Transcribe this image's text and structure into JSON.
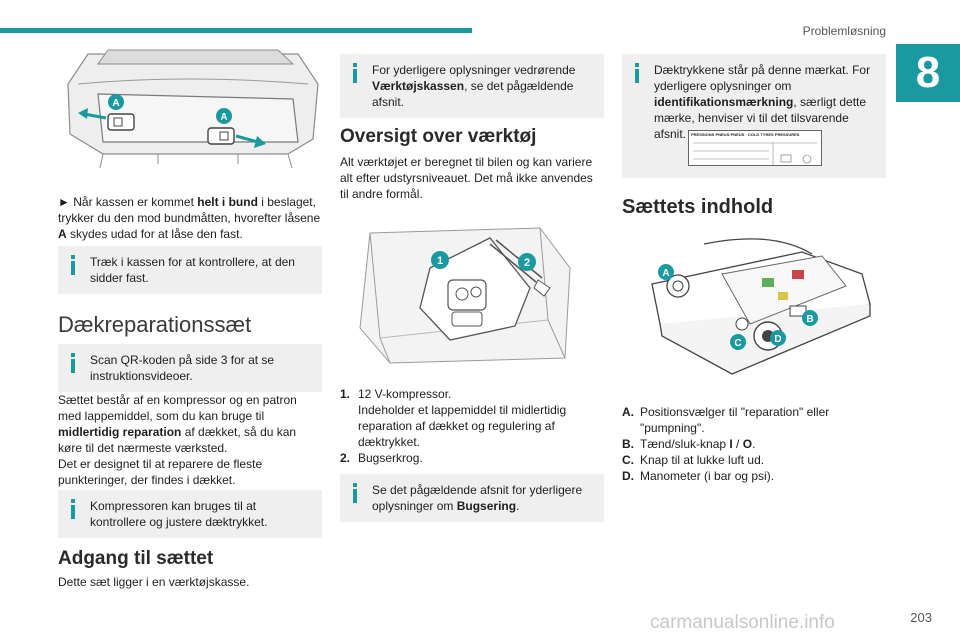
{
  "header": {
    "title": "Problemløsning",
    "chapter": "8"
  },
  "footer": {
    "page_number": "203",
    "watermark": "carmanualsonline.info"
  },
  "col1": {
    "figure_labels": [
      "A",
      "A"
    ],
    "step_arrow": "►",
    "step_pre": " Når kassen er kommet ",
    "step_b1": "helt i bund",
    "step_mid": " i beslaget, trykker du den mod bundmåtten, hvorefter låsene ",
    "step_b2": "A",
    "step_post": " skydes udad for at låse den fast.",
    "note1": "Træk i kassen for at kontrollere, at den sidder fast.",
    "section_title": "Dækreparationssæt",
    "note2": "Scan QR-koden på side 3 for at se instruktionsvideoer.",
    "body_pre": "Sættet består af en kompressor og en patron med lappemiddel, som du kan bruge til ",
    "body_b": "midlertidig reparation",
    "body_post": " af dækket, så du kan køre til det nærmeste værksted.",
    "body2": "Det er designet til at reparere de fleste punkteringer, der findes i dækket.",
    "note3": "Kompressoren kan bruges til at kontrollere og justere dæktrykket.",
    "subtitle": "Adgang til sættet",
    "subtitle_body": "Dette sæt ligger i en værktøjskasse."
  },
  "col2": {
    "note_pre": "For yderligere oplysninger vedrørende ",
    "note_b": "Værktøjskassen",
    "note_post": ", se det pågældende afsnit.",
    "title": "Oversigt over værktøj",
    "body": "Alt værktøjet er beregnet til bilen og kan variere alt efter udstyrsniveauet. Det må ikke anvendes til andre formål.",
    "figure_labels": [
      "1",
      "2"
    ],
    "items": [
      {
        "num": "1.",
        "text": "12 V-kompressor.",
        "sub": "Indeholder et lappemiddel til midlertidig reparation af dækket og regulering af dæktrykket."
      },
      {
        "num": "2.",
        "text": "Bugserkrog.",
        "sub": ""
      }
    ],
    "note2_pre": "Se det pågældende afsnit for yderligere oplysninger om ",
    "note2_b": "Bugsering",
    "note2_post": "."
  },
  "col3": {
    "note_pre": "Dæktrykkene står på denne mærkat. For yderligere oplysninger om ",
    "note_b": "identifikationsmærkning",
    "note_post": ", særligt dette mærke, henviser vi til det tilsvarende afsnit.",
    "label_header": "PRESSIONS PNEUS·PNEUS · COLD TYRES PRESSURES",
    "title": "Sættets indhold",
    "figure_labels": [
      "A",
      "B",
      "C",
      "D"
    ],
    "items": [
      {
        "num": "A.",
        "parts": [
          "Positionsvælger til \"reparation\" eller \"pumpning\"."
        ]
      },
      {
        "num": "B.",
        "pre": "Tænd/sluk-knap ",
        "b1": "I",
        "mid": " / ",
        "b2": "O",
        "post": "."
      },
      {
        "num": "C.",
        "parts": [
          "Knap til at lukke luft ud."
        ]
      },
      {
        "num": "D.",
        "parts": [
          "Manometer (i bar og psi)."
        ]
      }
    ]
  },
  "colors": {
    "accent": "#1a9aa0",
    "note_bg": "#efefef"
  }
}
